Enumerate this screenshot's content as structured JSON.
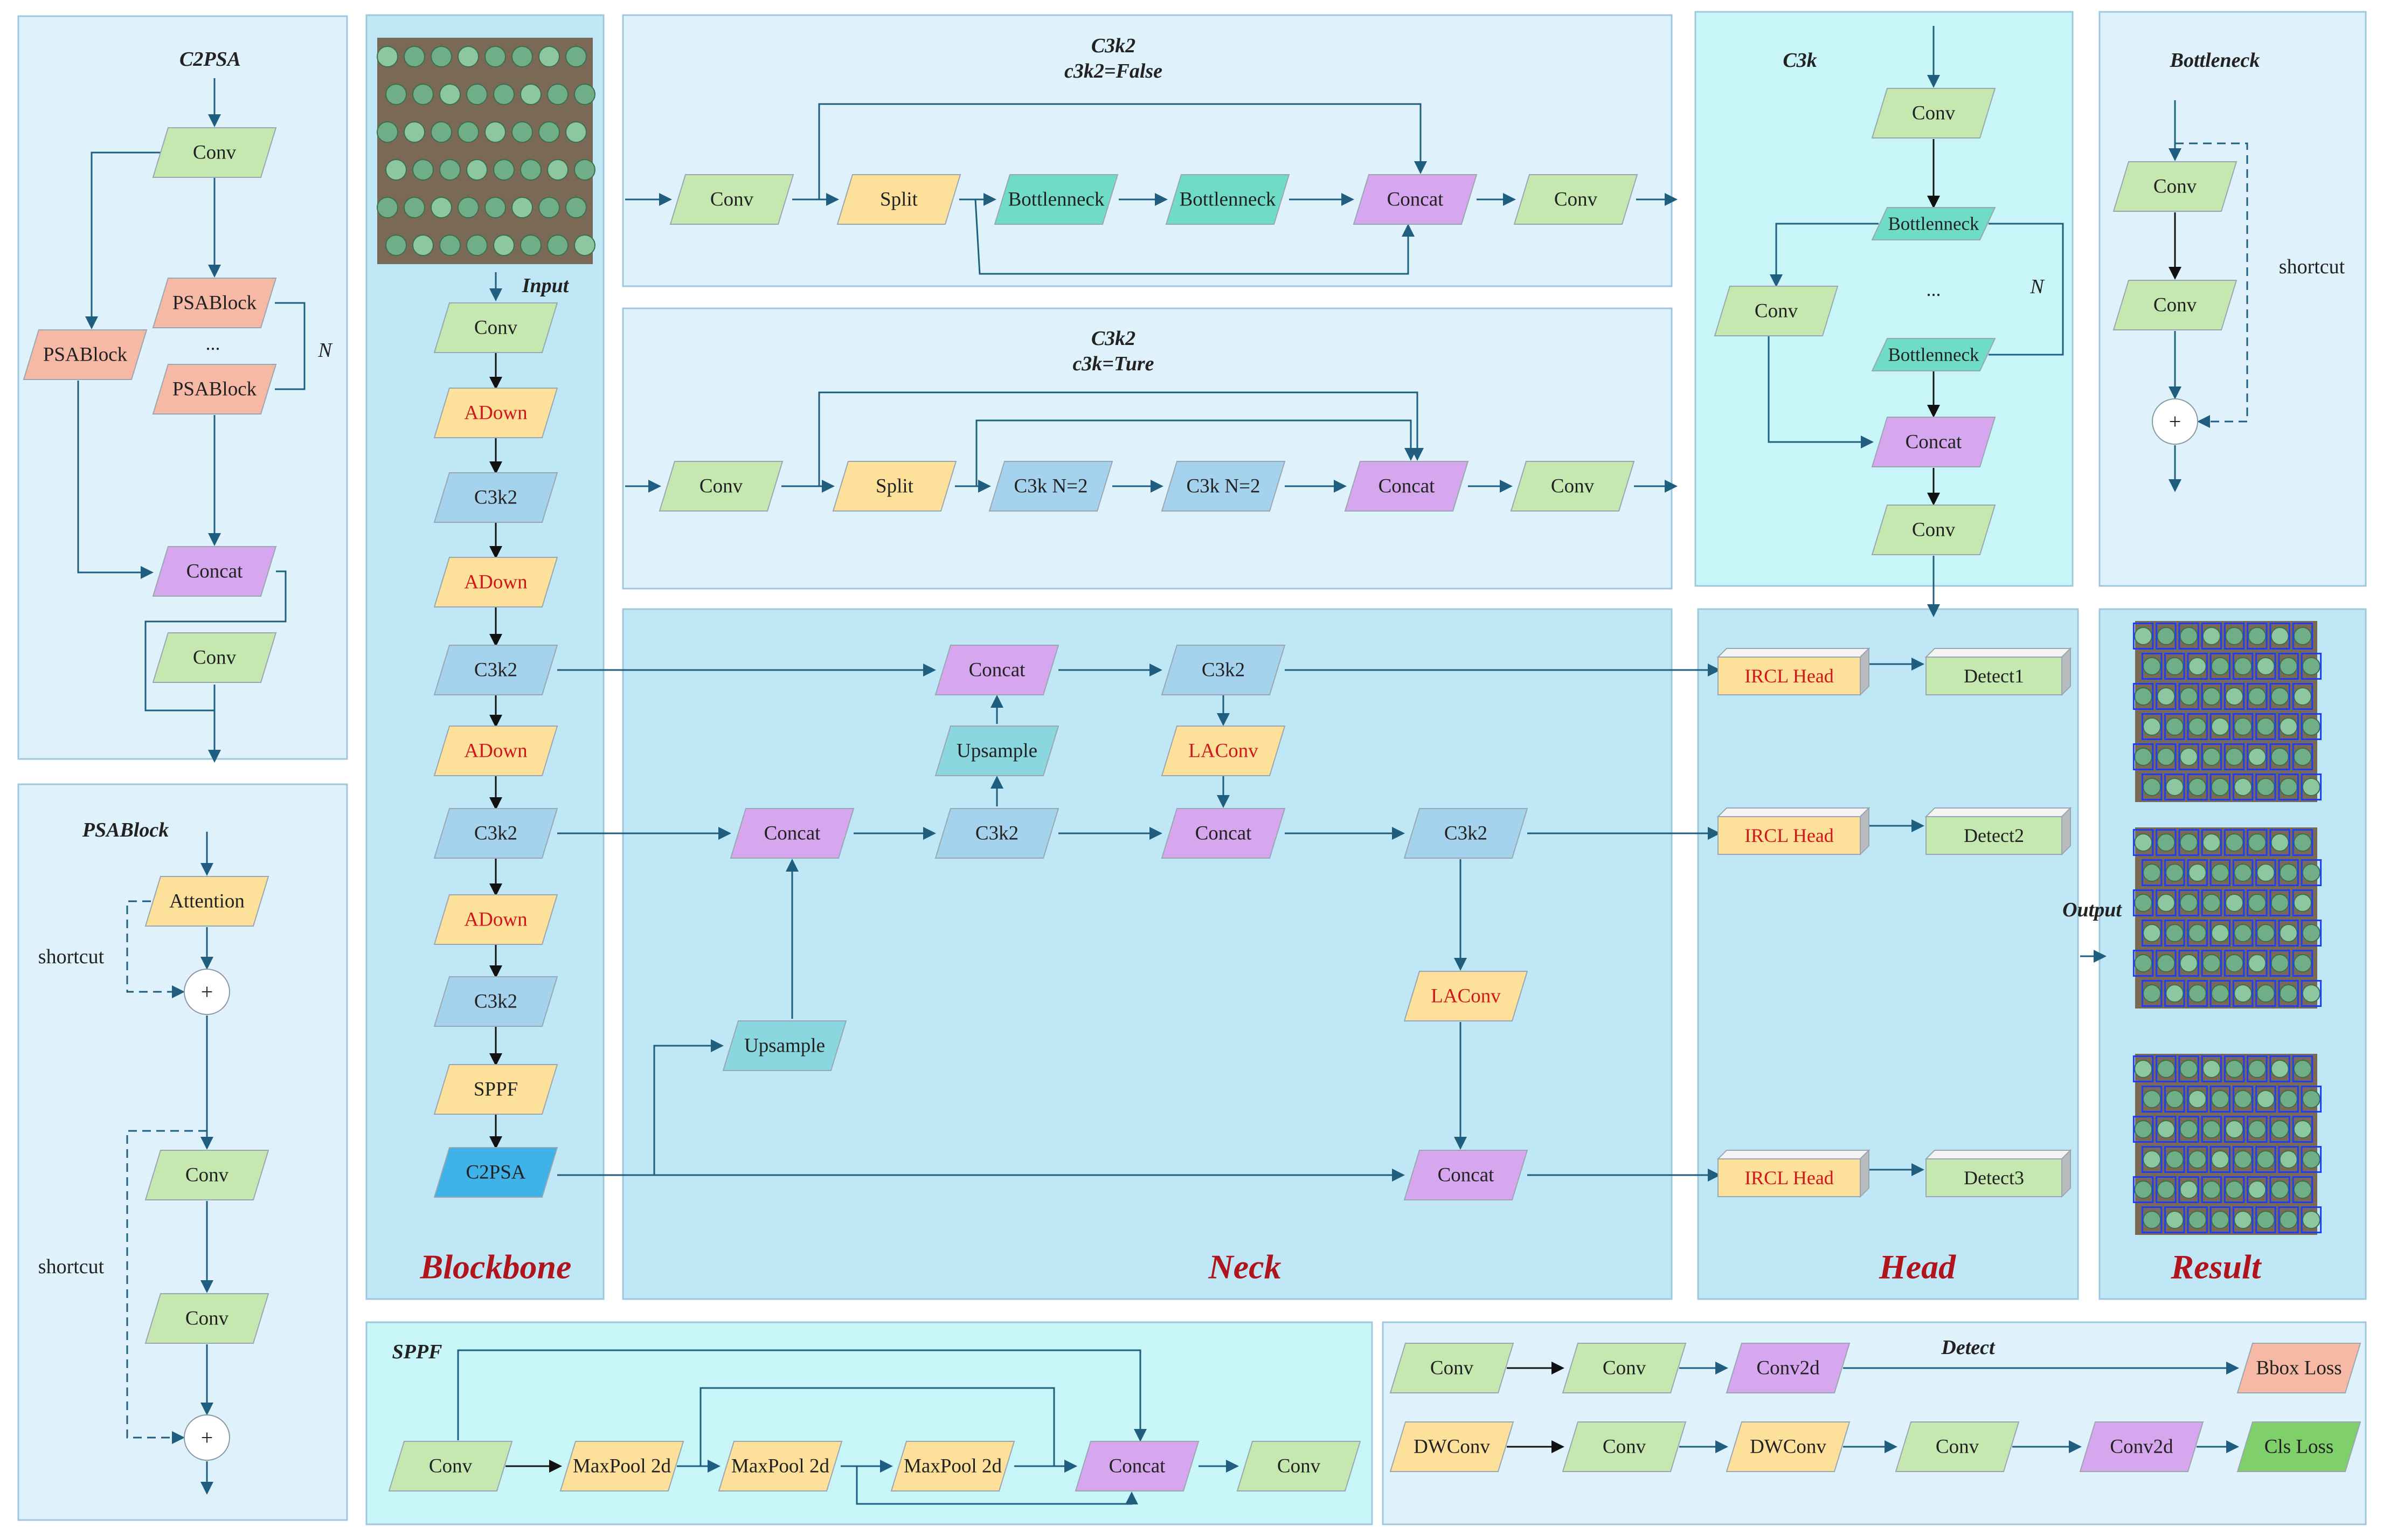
{
  "colors": {
    "panel_light": "#dff1fb",
    "panel_mid": "#bfe7f5",
    "panel_cyan": "#c8f6f8",
    "panel_border": "#9fc7de",
    "conv": "#c4e8b0",
    "yellow": "#fde09a",
    "blue": "#a5d3ee",
    "purple": "#d6a6ee",
    "pink": "#f6b9a6",
    "teal": "#6fdcc8",
    "cyan_block": "#8ad7e0",
    "c2psa": "#3fb3e8",
    "green_loss": "#7fcf6a",
    "arrow": "#1f5e7e",
    "title_red": "#b0141c",
    "red_text": "#d2161c"
  },
  "sections": {
    "backbone": "Blockbone",
    "neck": "Neck",
    "head": "Head",
    "result": "Result"
  },
  "labels": {
    "input": "Input",
    "output": "Output",
    "n": "N",
    "dots": "...",
    "shortcut": "shortcut",
    "plus": "+"
  },
  "titles": {
    "c2psa": "C2PSA",
    "psablock": "PSABlock",
    "c3k2_false_1": "C3k2",
    "c3k2_false_2": "c3k2=False",
    "c3k2_true_1": "C3k2",
    "c3k2_true_2": "c3k=Ture",
    "c3k": "C3k",
    "bottleneck": "Bottleneck",
    "sppf": "SPPF",
    "detect": "Detect"
  },
  "blocks": {
    "conv": "Conv",
    "adown": "ADown",
    "c3k2": "C3k2",
    "sppf": "SPPF",
    "c2psa": "C2PSA",
    "psablock": "PSABlock",
    "concat": "Concat",
    "attention": "Attention",
    "split": "Split",
    "bottleneck": "Bottlenneck",
    "c3k_n2": "C3k  N=2",
    "upsample": "Upsample",
    "laconv": "LAConv",
    "ircl_head": "IRCL Head",
    "detect1": "Detect1",
    "detect2": "Detect2",
    "detect3": "Detect3",
    "maxpool": "MaxPool 2d",
    "conv2d": "Conv2d",
    "dwconv": "DWConv",
    "bbox_loss": "Bbox Loss",
    "cls_loss": "Cls Loss"
  }
}
